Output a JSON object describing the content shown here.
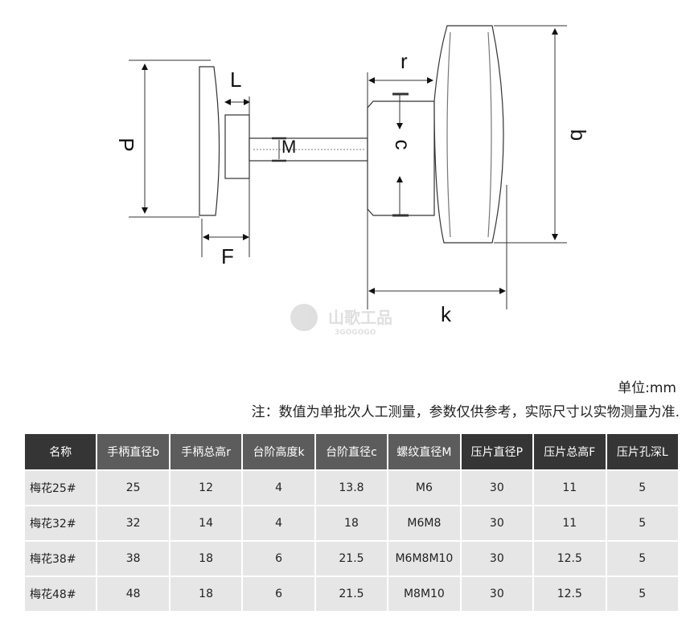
{
  "diagram": {
    "labels": {
      "P": "P",
      "L": "L",
      "F": "F",
      "M": "M",
      "c": "c",
      "r": "r",
      "b": "b",
      "k": "k"
    },
    "watermark": {
      "brand": "山歌工品",
      "sub": "3GOGOGO"
    }
  },
  "unit_text": "单位:mm",
  "note_text": "注：数值为单批次人工测量，参数仅供参考，实际尺寸以实物测量为准.",
  "table": {
    "headers": [
      "名称",
      "手柄直径b",
      "手柄总高r",
      "台阶高度k",
      "台阶直径c",
      "螺纹直径M",
      "压片直径P",
      "压片总高F",
      "压片孔深L"
    ],
    "rows": [
      [
        "梅花25#",
        "25",
        "12",
        "4",
        "13.8",
        "M6",
        "30",
        "11",
        "5"
      ],
      [
        "梅花32#",
        "32",
        "14",
        "4",
        "18",
        "M6M8",
        "30",
        "11",
        "5"
      ],
      [
        "梅花38#",
        "38",
        "18",
        "6",
        "21.5",
        "M6M8M10",
        "30",
        "12.5",
        "5"
      ],
      [
        "梅花48#",
        "48",
        "18",
        "6",
        "21.5",
        "M8M10",
        "30",
        "12.5",
        "5"
      ]
    ]
  },
  "colors": {
    "header_dark": "#353535",
    "header_mid": "#5c5c5c",
    "cell": "#e6e6e6"
  }
}
